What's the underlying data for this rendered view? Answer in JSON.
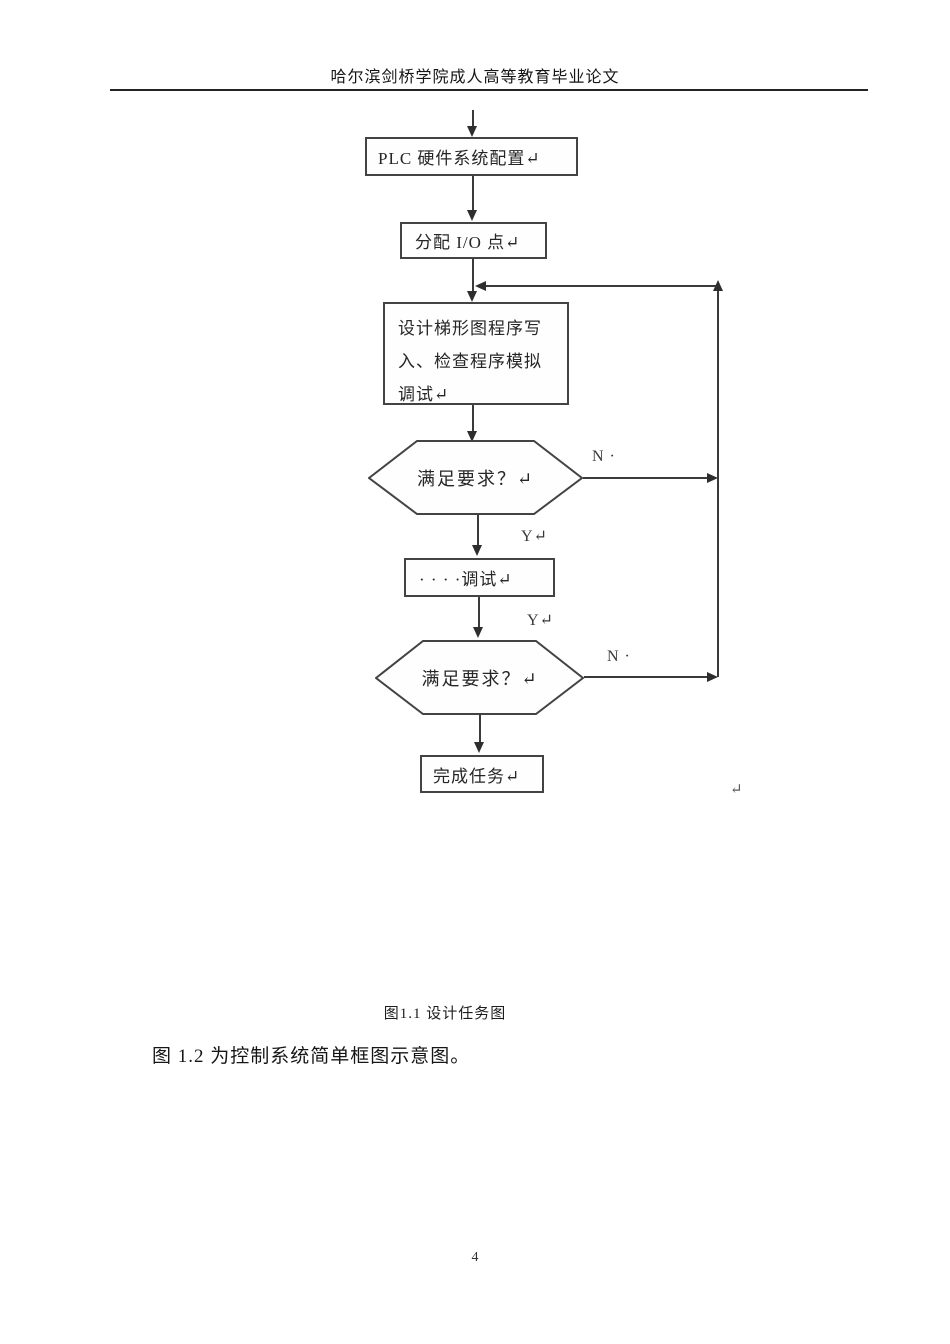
{
  "header": {
    "title": "哈尔滨剑桥学院成人高等教育毕业论文"
  },
  "flowchart": {
    "nodes": [
      {
        "id": "plc-config",
        "type": "process",
        "label": "PLC 硬件系统配置↵"
      },
      {
        "id": "io-allocation",
        "type": "process",
        "label": "分配 I/O 点↵"
      },
      {
        "id": "ladder-program",
        "type": "process",
        "label": "设计梯形图程序写入、检查程序模拟调试↵",
        "lines": {
          "l1": "设计梯形图程序写",
          "l2": "入、检查程序模拟",
          "l3": "调试↵"
        }
      },
      {
        "id": "check-1",
        "type": "decision",
        "label": "满足要求？↵"
      },
      {
        "id": "debug",
        "type": "process",
        "label": "· · · ·调试↵"
      },
      {
        "id": "check-2",
        "type": "decision",
        "label": "满足要求？↵"
      },
      {
        "id": "task-complete",
        "type": "process",
        "label": "完成任务↵"
      }
    ],
    "edge_labels": {
      "no_1": "N ·",
      "yes_1": "Y↵",
      "yes_2": "Y↵",
      "no_2": "N ·",
      "stray_return": "↵"
    }
  },
  "caption": "图1.1  设计任务图",
  "paragraph": "图  1.2 为控制系统简单框图示意图。",
  "footer": {
    "page_number": "4"
  }
}
